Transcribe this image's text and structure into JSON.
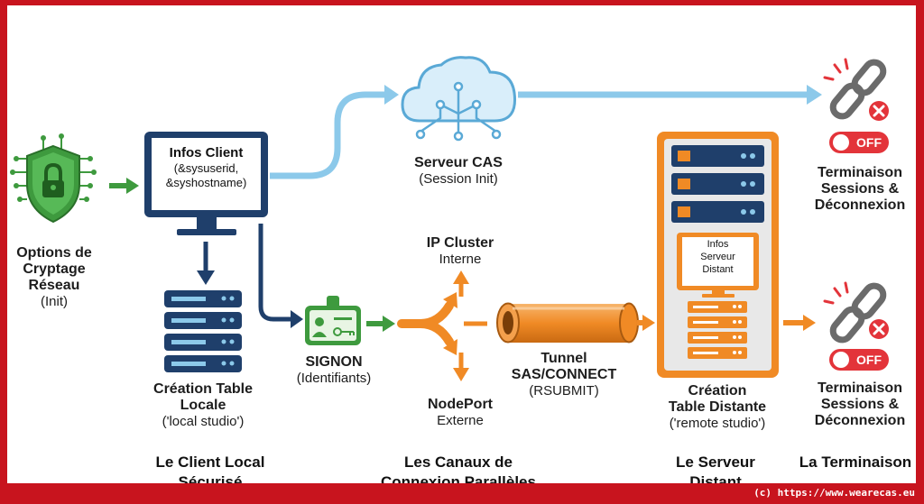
{
  "nodes": {
    "crypt": {
      "title": "Options de\nCryptage\nRéseau",
      "sub": "(Init)"
    },
    "client_info": {
      "title": "Infos Client",
      "sub": "(&sysuserid,\n&syshostname)"
    },
    "local_table": {
      "title": "Création Table\nLocale",
      "sub": "('local studio')"
    },
    "cas": {
      "title": "Serveur CAS",
      "sub": "(Session Init)"
    },
    "signon": {
      "title": "SIGNON",
      "sub": "(Identifiants)"
    },
    "ip_cluster": {
      "title": "IP Cluster",
      "sub": "Interne"
    },
    "nodeport": {
      "title": "NodePort",
      "sub": "Externe"
    },
    "tunnel": {
      "title": "Tunnel\nSAS/CONNECT",
      "sub": "(RSUBMIT)"
    },
    "server_info": {
      "text": "Infos\nServeur\nDistant"
    },
    "remote_table": {
      "title": "Création\nTable Distante",
      "sub": "('remote studio')"
    },
    "term_top": {
      "title": "Terminaison\nSessions &\nDéconnexion",
      "toggle": "OFF"
    },
    "term_bottom": {
      "title": "Terminaison\nSessions &\nDéconnexion",
      "toggle": "OFF"
    }
  },
  "columns": {
    "client": "Le Client Local\nSécurisé",
    "channels": "Les Canaux de\nConnexion Parallèles",
    "server": "Le Serveur\nDistant",
    "termination": "La Terminaison"
  },
  "footer": "(c) https://www.wearecas.eu",
  "colors": {
    "navy": "#1f3f6b",
    "green": "#3e9a3e",
    "orange": "#f08a25",
    "light_blue": "#8cc9ea",
    "red": "#e3343a",
    "frame": "#c8141e"
  },
  "icons": [
    "shield-lock-icon",
    "monitor-icon",
    "server-stack-icon",
    "cloud-network-icon",
    "id-badge-icon",
    "split-arrow-icon",
    "tunnel-pipe-icon",
    "server-tower-icon",
    "broken-chain-icon",
    "off-toggle-icon"
  ]
}
